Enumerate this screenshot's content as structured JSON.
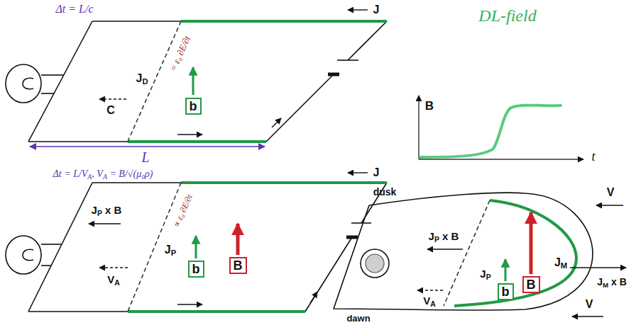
{
  "diagram": {
    "nodes": [
      {
        "text": [
          "b"
        ]
      },
      {
        "text": [
          "b"
        ]
      },
      {
        "text": [
          "B"
        ]
      },
      {
        "text": [
          "b"
        ]
      },
      {
        "text": [
          "B"
        ]
      }
    ],
    "labels": [
      "Δt = L/c",
      "J",
      "= ε₀ ∂E/∂t",
      "JD",
      "C",
      "L",
      "DL-field",
      "B",
      "t",
      "Δt = L/VA, VA = B/√(μ₀ρ)",
      "J",
      "JP x B",
      "∝ ε₀ ∂E/∂t",
      "JP",
      "VA",
      "dusk",
      "dawn",
      "V",
      "V",
      "JP x B",
      "JP",
      "VA",
      "JM",
      "JM x B"
    ]
  }
}
